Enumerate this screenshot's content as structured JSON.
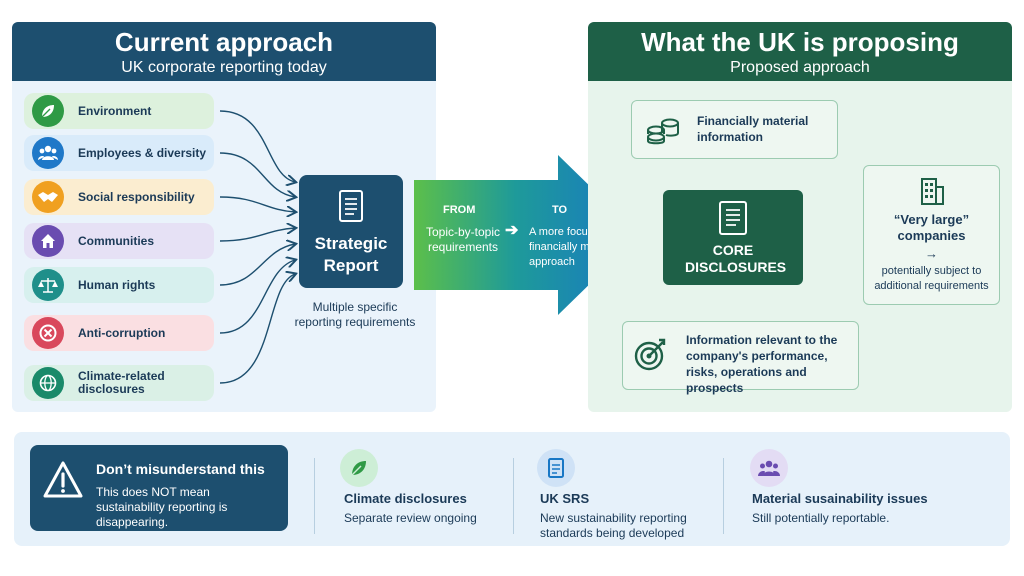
{
  "left": {
    "title": "Current approach",
    "subtitle": "UK corporate reporting today",
    "topics": [
      {
        "label": "Environment",
        "icon": "leaf-icon",
        "bg": "#ddf1dd",
        "icon_bg": "#2f9a45"
      },
      {
        "label": "Employees & diversity",
        "icon": "people-icon",
        "bg": "#d9ebfa",
        "icon_bg": "#1f78c8"
      },
      {
        "label": "Social responsibility",
        "icon": "handshake-icon",
        "bg": "#fbedd0",
        "icon_bg": "#f0a020"
      },
      {
        "label": "Communities",
        "icon": "house-icon",
        "bg": "#e6e1f5",
        "icon_bg": "#6a4cb0"
      },
      {
        "label": "Human rights",
        "icon": "scales-icon",
        "bg": "#d7f0ee",
        "icon_bg": "#1f8f8a"
      },
      {
        "label": "Anti-corruption",
        "icon": "prohibited-icon",
        "bg": "#fadfe2",
        "icon_bg": "#d9485c"
      },
      {
        "label": "Climate-related disclosures",
        "icon": "globe-icon",
        "bg": "#daf0e6",
        "icon_bg": "#1a8a6a"
      }
    ],
    "strategic_report": "Strategic Report",
    "multiple_text": "Multiple specific reporting requirements"
  },
  "arrow": {
    "from_label": "FROM",
    "from_text": "Topic-by-topic requirements",
    "to_label": "TO",
    "to_text": "A more focused, financially material approach"
  },
  "right": {
    "title": "What the UK is proposing",
    "subtitle": "Proposed approach",
    "financial": "Financially material information",
    "core": "CORE DISCLOSURES",
    "info_relevant": "Information relevant to the company's performance, risks, operations and prospects",
    "very_large": "“Very large” companies",
    "arrow_glyph": "→",
    "additional": "potentially subject to additional requirements"
  },
  "bottom": {
    "warning_title": "Don’t misunderstand this",
    "warning_body": "This does NOT mean sustainability reporting is disappearing.",
    "items": [
      {
        "title": "Climate disclosures",
        "body": "Separate review ongoing",
        "icon": "leaf-icon"
      },
      {
        "title": "UK SRS",
        "body": "New sustainability reporting standards being developed",
        "icon": "document-icon"
      },
      {
        "title": "Material susainability issues",
        "body": "Still potentially reportable.",
        "icon": "people-icon"
      }
    ]
  },
  "colors": {
    "navy": "#1d4f6f",
    "green": "#1e6047",
    "arrow_start": "#5cbf4a",
    "arrow_end": "#1877c5"
  }
}
